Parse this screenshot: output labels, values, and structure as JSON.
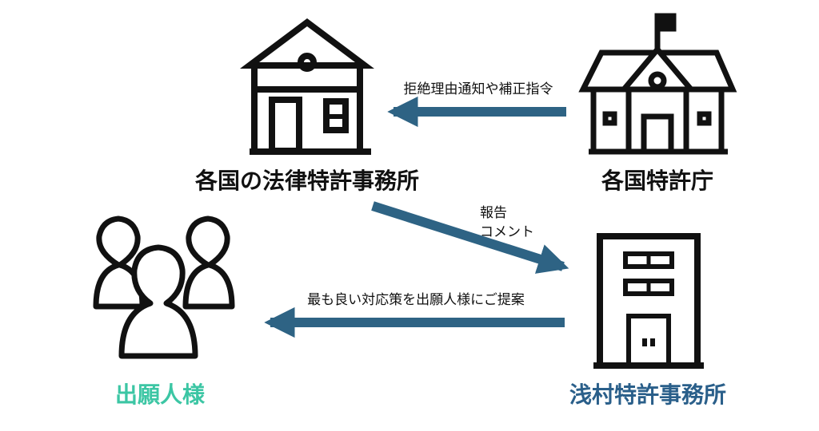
{
  "colors": {
    "arrow": "#2e6384",
    "client_label": "#3cc6a4",
    "firm_label": "#2a5f8a",
    "outline": "#111111"
  },
  "nodes": {
    "foreign_law_firm": {
      "label": "各国の法律特許事務所",
      "icon": "house-icon"
    },
    "foreign_patent_office": {
      "label": "各国特許庁",
      "icon": "government-building-icon"
    },
    "applicant": {
      "label": "出願人様",
      "icon": "people-group-icon"
    },
    "asamura_firm": {
      "label": "浅村特許事務所",
      "icon": "office-building-icon"
    }
  },
  "edges": {
    "office_to_law_firm": {
      "label": "拒絶理由通知や補正指令"
    },
    "law_firm_to_asamura": {
      "label_line1": "報告",
      "label_line2": "コメント"
    },
    "asamura_to_applicant": {
      "label": "最も良い対応策を出願人様にご提案"
    }
  }
}
